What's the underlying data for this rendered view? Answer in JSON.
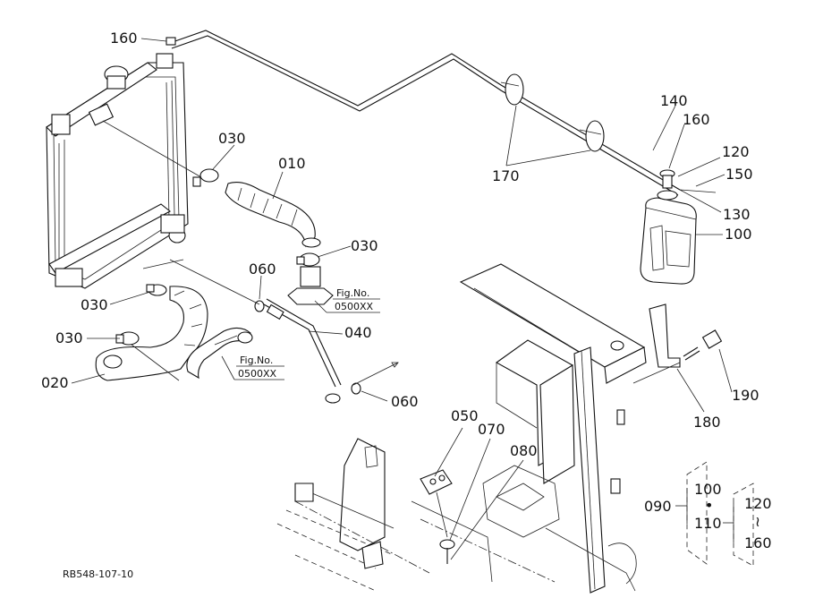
{
  "drawing_code": "RB548-107-10",
  "callouts": {
    "c010": "010",
    "c020": "020",
    "c030_top": "030",
    "c030_mid": "030",
    "c030_left": "030",
    "c030_low": "030",
    "c040": "040",
    "c050": "050",
    "c060_top": "060",
    "c060_low": "060",
    "c070": "070",
    "c080": "080",
    "c090": "090",
    "c100": "100",
    "c120": "120",
    "c130": "130",
    "c140": "140",
    "c150": "150",
    "c160_top": "160",
    "c160_right": "160",
    "c170": "170",
    "c180": "180",
    "c190": "190"
  },
  "fig_refs": [
    {
      "title": "Fig.No.",
      "code": "0500XX"
    },
    {
      "title": "Fig.No.",
      "code": "0500XX"
    }
  ],
  "kit": {
    "top": "100",
    "dot": "•",
    "bottom": "110",
    "range_start": "120",
    "range_sym": "≀",
    "range_end": "160"
  }
}
